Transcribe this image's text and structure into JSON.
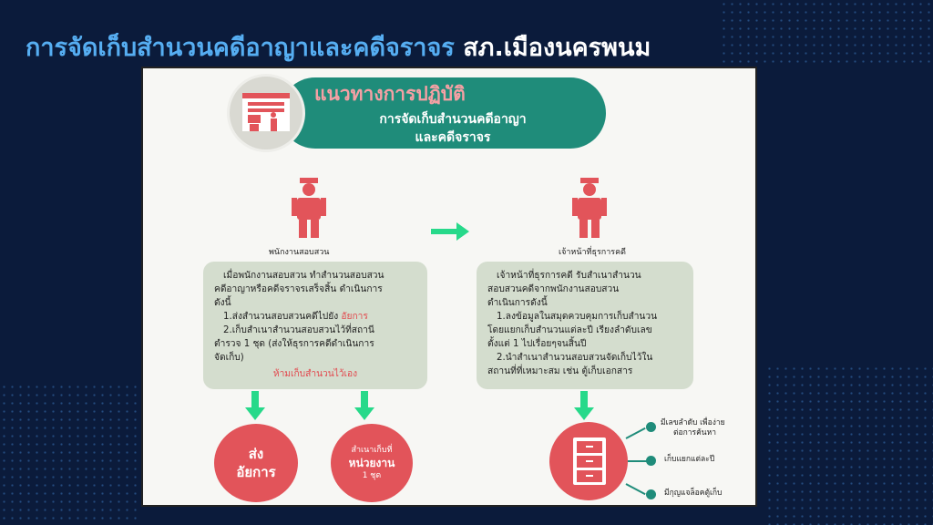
{
  "slide": {
    "title_part1": "การจัดเก็บสำนวนคดีอาญาและคดีจราจร",
    "title_part2": "สภ.เมืองนครพนม"
  },
  "poster": {
    "header": {
      "title": "แนวทางการปฏิบัติ",
      "subtitle_line1": "การจัดเก็บสำนวนคดีอาญา",
      "subtitle_line2": "และคดีจราจร"
    },
    "left": {
      "role": "พนักงานสอบสวน",
      "lines": [
        "เมื่อพนักงานสอบสวน ทำสำนวนสอบสวน",
        "คดีอาญาหรือคดีจราจรเสร็จสิ้น ดำเนินการ",
        "ดังนี้",
        "1.ส่งสำนวนสอบสวนคดีไปยัง",
        "2.เก็บสำเนาสำนวนสอบสวนไว้ที่สถานี",
        "ตำรวจ 1 ชุด (ส่งให้ธุรการคดีดำเนินการ",
        "จัดเก็บ)"
      ],
      "highlight": "อัยการ",
      "warning": "ห้ามเก็บสำนวนไว้เอง"
    },
    "right": {
      "role": "เจ้าหน้าที่ธุรการคดี",
      "lines": [
        "เจ้าหน้าที่ธุรการคดี รับสำเนาสำนวน",
        "สอบสวนคดีจากพนักงานสอบสวน",
        "ดำเนินการดังนี้",
        "1.ลงข้อมูลในสมุดควบคุมการเก็บสำนวน",
        "โดยแยกเก็บสำนวนแต่ละปี เรียงลำดับเลข",
        "ตั้งแต่ 1 ไปเรื่อยๆจนสิ้นปี",
        "2.นำสำเนาสำนวนสอบสวนจัดเก็บไว้ใน",
        "สถานที่ที่เหมาะสม เช่น ตู้เก็บเอกสาร"
      ]
    },
    "outcomes": {
      "prosecutor_line1": "ส่ง",
      "prosecutor_line2": "อัยการ",
      "unit_line1": "สำเนาเก็บที่",
      "unit_line2": "หน่วยงาน",
      "unit_line3": "1 ชุด"
    },
    "cabinet_notes": {
      "note1_line1": "มีเลขลำดับ เพื่อง่าย",
      "note1_line2": "ต่อการค้นหา",
      "note2": "เก็บแยกแต่ละปี",
      "note3": "มีกุญแจล็อคตู้เก็บ"
    },
    "colors": {
      "teal": "#1f8c7a",
      "red": "#e2545a",
      "box": "#d4ddce",
      "arrow": "#27d98a"
    }
  }
}
